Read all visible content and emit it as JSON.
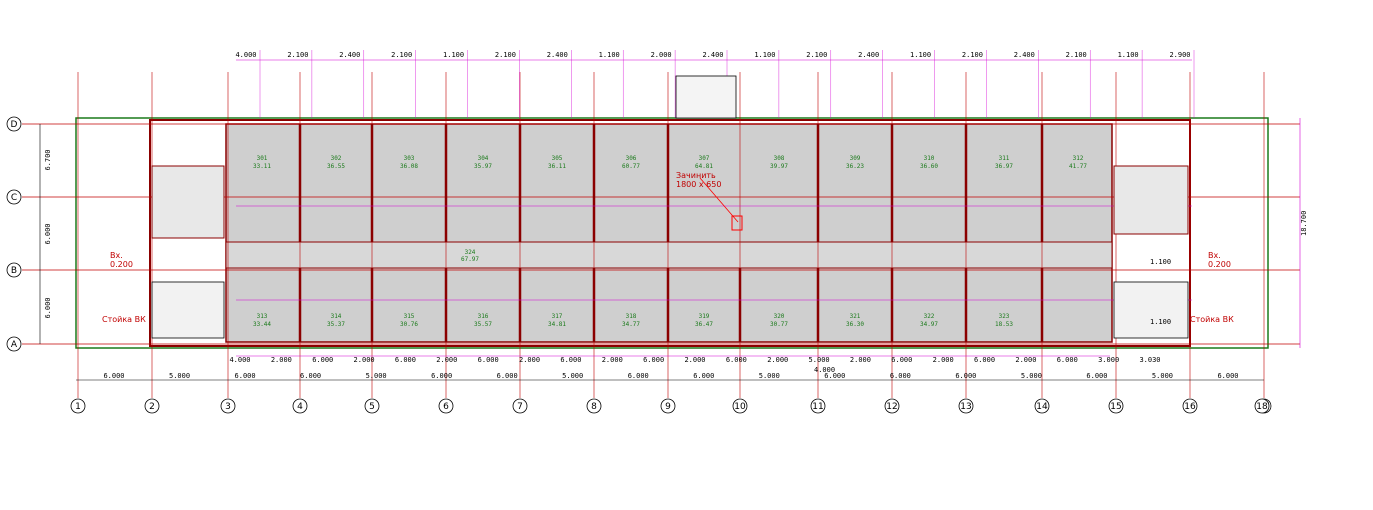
{
  "colors": {
    "wall": "#8b0000",
    "room_fill": "#cfcfcf",
    "axis": "#c00000",
    "dimension": "#d600d6",
    "label": "#1a7a1a",
    "annotation": "#ff0000"
  },
  "axes": {
    "columns": [
      "1",
      "2",
      "3",
      "4",
      "5",
      "6",
      "7",
      "8",
      "9",
      "10",
      "11",
      "12",
      "13",
      "14",
      "15",
      "16",
      "17",
      "18"
    ],
    "rows": [
      "D",
      "C",
      "B",
      "A"
    ]
  },
  "top_dims": [
    "4.000",
    "2.100",
    "2.400",
    "2.100",
    "1.100",
    "2.100",
    "2.400",
    "1.100",
    "2.000",
    "2.400",
    "1.100",
    "2.100",
    "2.400",
    "1.100",
    "2.100",
    "2.400",
    "2.100",
    "1.100",
    "2.900"
  ],
  "bottom_dims_1": [
    "4.000",
    "2.000",
    "6.000",
    "2.000",
    "6.000",
    "2.000",
    "6.000",
    "2.000",
    "6.000",
    "2.000",
    "6.000",
    "2.000",
    "6.000",
    "2.000",
    "5.000",
    "2.000",
    "6.000",
    "2.000",
    "6.000",
    "2.000",
    "6.000",
    "3.000",
    "3.030"
  ],
  "bottom_dims_2": [
    "6.000",
    "5.000",
    "6.000",
    "6.000",
    "5.000",
    "6.000",
    "6.000",
    "5.000",
    "6.000",
    "6.000",
    "5.000",
    "6.000",
    "6.000",
    "6.000",
    "5.000",
    "6.000",
    "5.000",
    "6.000"
  ],
  "left_dims": [
    "6.700",
    "6.000",
    "6.000"
  ],
  "right_dim": "18.700",
  "mid_dim": "4.000",
  "annotations": {
    "opening": "Зачинить\n1800 х 650",
    "entrance_left": "Вх.\n0.200",
    "entrance_right": "Вх.\n0.200",
    "stair_left": "Стойка ВК",
    "stair_right": "Стойка ВК"
  },
  "rooms_top": [
    {
      "num": "301",
      "area": "33.11"
    },
    {
      "num": "302",
      "area": "36.55"
    },
    {
      "num": "303",
      "area": "36.08"
    },
    {
      "num": "304",
      "area": "35.97"
    },
    {
      "num": "305",
      "area": "36.11"
    },
    {
      "num": "306",
      "area": "60.77"
    },
    {
      "num": "307",
      "area": "64.81"
    },
    {
      "num": "308",
      "area": "39.97"
    },
    {
      "num": "309",
      "area": "36.23"
    },
    {
      "num": "310",
      "area": "36.60"
    },
    {
      "num": "311",
      "area": "36.97"
    },
    {
      "num": "312",
      "area": "41.77"
    }
  ],
  "rooms_bottom": [
    {
      "num": "313",
      "area": "33.44"
    },
    {
      "num": "314",
      "area": "35.37"
    },
    {
      "num": "315",
      "area": "30.76"
    },
    {
      "num": "316",
      "area": "35.57"
    },
    {
      "num": "317",
      "area": "34.81"
    },
    {
      "num": "318",
      "area": "34.77"
    },
    {
      "num": "319",
      "area": "36.47"
    },
    {
      "num": "320",
      "area": "30.77"
    },
    {
      "num": "321",
      "area": "36.30"
    },
    {
      "num": "322",
      "area": "34.97"
    },
    {
      "num": "323",
      "area": "18.53"
    }
  ],
  "corridor": {
    "num": "324",
    "area": "67.97"
  },
  "right_small": [
    "1.100",
    "1.100"
  ]
}
